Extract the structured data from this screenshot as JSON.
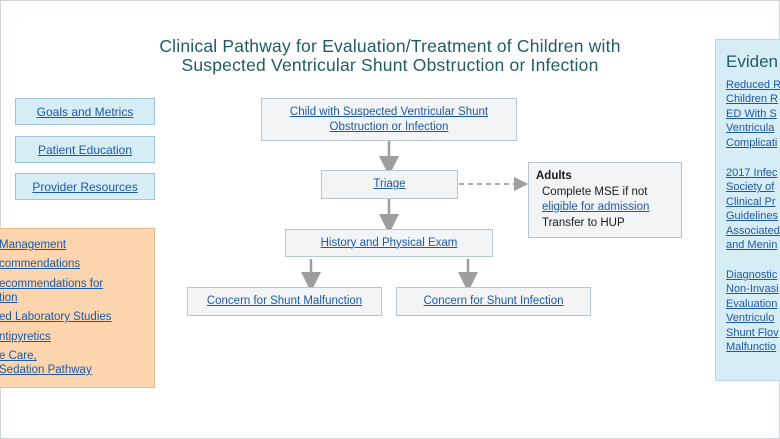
{
  "title": {
    "line1": "Clinical Pathway for Evaluation/Treatment of Children with",
    "line2": "Suspected Ventricular Shunt Obstruction or Infection"
  },
  "nav": {
    "goals": "Goals and Metrics",
    "patient_education": "Patient Education",
    "provider_resources": "Provider Resources"
  },
  "left_panel": {
    "items": [
      "Management",
      "commendations",
      "ecommendations for",
      "tion",
      "ed Laboratory Studies",
      "ntipyretics",
      "e Care,",
      "Sedation Pathway"
    ]
  },
  "flow": {
    "start": "Child with Suspected Ventricular Shunt Obstruction or Infection",
    "triage": "Triage",
    "history": "History and Physical Exam",
    "malfunction": "Concern for Shunt Malfunction",
    "infection": "Concern for Shunt Infection"
  },
  "adults": {
    "heading": "Adults",
    "line1": "Complete MSE if not",
    "link": "eligible for admission",
    "line3": "Transfer to HUP"
  },
  "evidence": {
    "heading": "Eviden",
    "lines": [
      "Reduced R",
      "Children R",
      "ED With S",
      "Ventricula",
      "Complicati",
      "2017 Infec",
      "Society of",
      "Clinical Pr",
      "Guidelines",
      "Associated",
      "and Menin",
      "Diagnostic",
      "Non-Invasi",
      "Evaluation",
      "Ventriculo",
      "Shunt Flov",
      "Malfunctio"
    ]
  },
  "colors": {
    "title": "#1f5c63",
    "link": "#1d5aa3",
    "nav_bg": "#d7edf6",
    "orange_bg": "#fcd5ae",
    "node_bg": "#f2f4f6",
    "arrow": "#9e9e9e"
  }
}
